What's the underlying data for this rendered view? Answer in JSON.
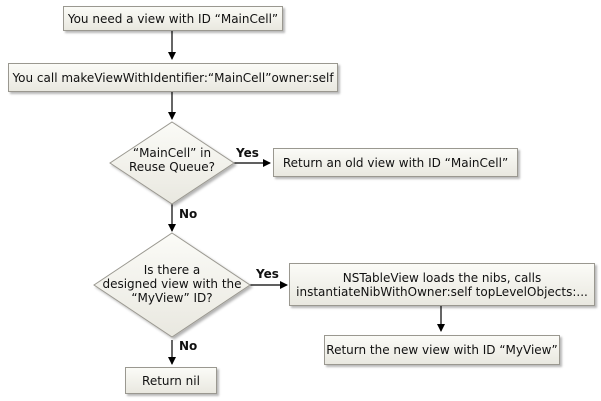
{
  "nodes": {
    "need_view": "You need a view with ID “MainCell”",
    "call_make_view": "You call makeViewWithIdentifier:“MainCell”owner:self",
    "decision_reuse": {
      "line1": "“MainCell” in",
      "line2": "Reuse Queue?"
    },
    "return_old": "Return an old view with ID “MainCell”",
    "decision_designed": {
      "line1": "Is there a",
      "line2": "designed view with the",
      "line3": "“MyView” ID?"
    },
    "load_nibs": {
      "line1": "NSTableView loads the nibs, calls",
      "line2": "instantiateNibWithOwner:self topLevelObjects:..."
    },
    "return_new": "Return the new view with ID “MyView”",
    "return_nil": "Return nil"
  },
  "edge_labels": {
    "yes_1": "Yes",
    "no_1": "No",
    "yes_2": "Yes",
    "no_2": "No"
  },
  "colors": {
    "box_fill_top": "#fbfbf7",
    "box_fill_bottom": "#e9e8e0",
    "box_border": "#9a9890",
    "arrow": "#000000"
  }
}
